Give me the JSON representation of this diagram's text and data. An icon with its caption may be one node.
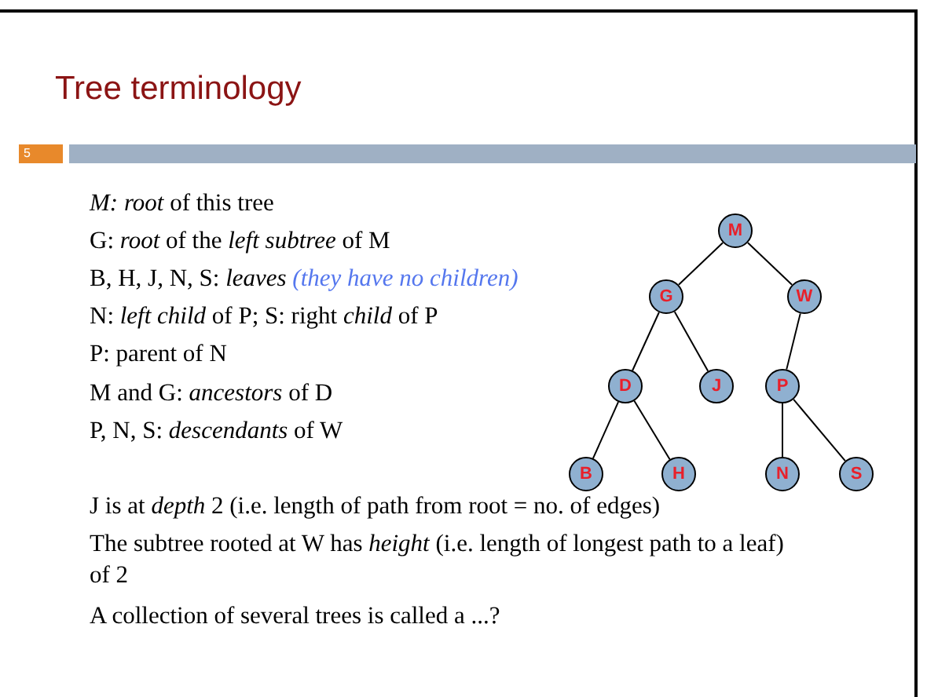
{
  "diagram": {
    "title": "Tree terminology",
    "nodes": [
      {
        "text": [
          "M"
        ]
      },
      {
        "text": [
          "G"
        ]
      },
      {
        "text": [
          "W"
        ]
      },
      {
        "text": [
          "D"
        ]
      },
      {
        "text": [
          "J"
        ]
      },
      {
        "text": [
          "P"
        ]
      },
      {
        "text": [
          "B"
        ]
      },
      {
        "text": [
          "H"
        ]
      },
      {
        "text": [
          "N"
        ]
      },
      {
        "text": [
          "S"
        ]
      }
    ],
    "edges": [
      {
        "from": 0,
        "to": 1,
        "arrow": "none"
      },
      {
        "from": 0,
        "to": 2,
        "arrow": "none"
      },
      {
        "from": 1,
        "to": 3,
        "arrow": "none"
      },
      {
        "from": 1,
        "to": 4,
        "arrow": "none"
      },
      {
        "from": 2,
        "to": 5,
        "arrow": "none"
      },
      {
        "from": 3,
        "to": 6,
        "arrow": "none"
      },
      {
        "from": 3,
        "to": 7,
        "arrow": "none"
      },
      {
        "from": 5,
        "to": 8,
        "arrow": "none"
      },
      {
        "from": 5,
        "to": 9,
        "arrow": "none"
      }
    ],
    "labels": [
      "5",
      "*M:* *root* of this tree",
      "G: *root* of the *left subtree* of M",
      "B, H, J, N, S:  *leaves* *(they have no children)*",
      "N: *left child* of P; S: right *child* of P",
      "P: parent of N",
      "M and G: *ancestors* of D",
      "P, N, S: *descendants* of W",
      "J is at *depth* 2 (i.e. length of path from root = no. of edges)",
      "The subtree rooted at W has *height* (i.e. length of longest path to a leaf) of 2",
      "A collection of several trees is called a ...?"
    ]
  }
}
